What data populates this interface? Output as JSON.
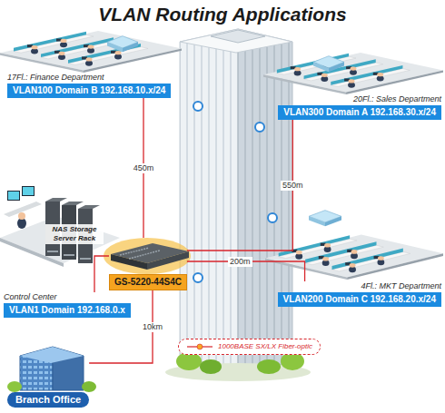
{
  "diagram": {
    "title": "VLAN Routing Applications",
    "nodes": [
      {
        "text": [
          "17Fl.: Finance Department",
          "VLAN100 Domain B 192.168.10.x/24"
        ]
      },
      {
        "text": [
          "20Fl.: Sales Department",
          "VLAN300 Domain A 192.168.30.x/24"
        ]
      },
      {
        "text": [
          "Control Center",
          "VLAN1 Domain 192.168.0.x"
        ]
      },
      {
        "text": [
          "GS-5220-44S4C"
        ]
      },
      {
        "text": [
          "4Fl.: MKT Department",
          "VLAN200 Domain C 192.168.20.x/24"
        ]
      },
      {
        "text": [
          "Branch Office"
        ]
      }
    ],
    "edges": [
      {
        "from": 3,
        "to": 0,
        "label": "450m",
        "arrow": "none"
      },
      {
        "from": 3,
        "to": 1,
        "label": "550m",
        "arrow": "none"
      },
      {
        "from": 3,
        "to": 4,
        "label": "200m",
        "arrow": "none"
      },
      {
        "from": 3,
        "to": 2,
        "arrow": "none"
      },
      {
        "from": 3,
        "to": 5,
        "label": "10km",
        "arrow": "none"
      }
    ],
    "labels": [
      "NAS Storage Server Rack"
    ],
    "legend": [
      {
        "text": "1000BASE SX/LX Fiber-optic"
      }
    ]
  }
}
